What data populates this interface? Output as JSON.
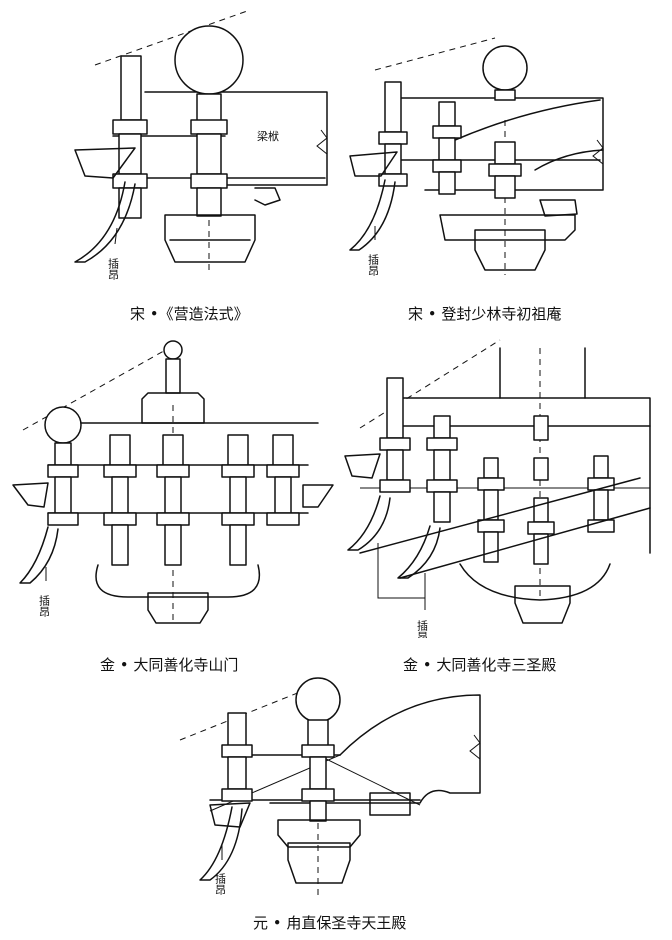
{
  "figures": [
    {
      "caption": "宋 •《营造法式》",
      "labels": {
        "beam": "梁栿",
        "ang": "插昂"
      }
    },
    {
      "caption": "宋 • 登封少林寺初祖庵",
      "labels": {
        "ang": "插昂"
      }
    },
    {
      "caption": "金 • 大同善化寺山门",
      "labels": {
        "ang": "插昂"
      }
    },
    {
      "caption": "金 • 大同善化寺三圣殿",
      "labels": {
        "ang": "插昂"
      }
    },
    {
      "caption": "元 • 甪直保圣寺天王殿",
      "labels": {
        "ang": "插昂"
      }
    }
  ]
}
